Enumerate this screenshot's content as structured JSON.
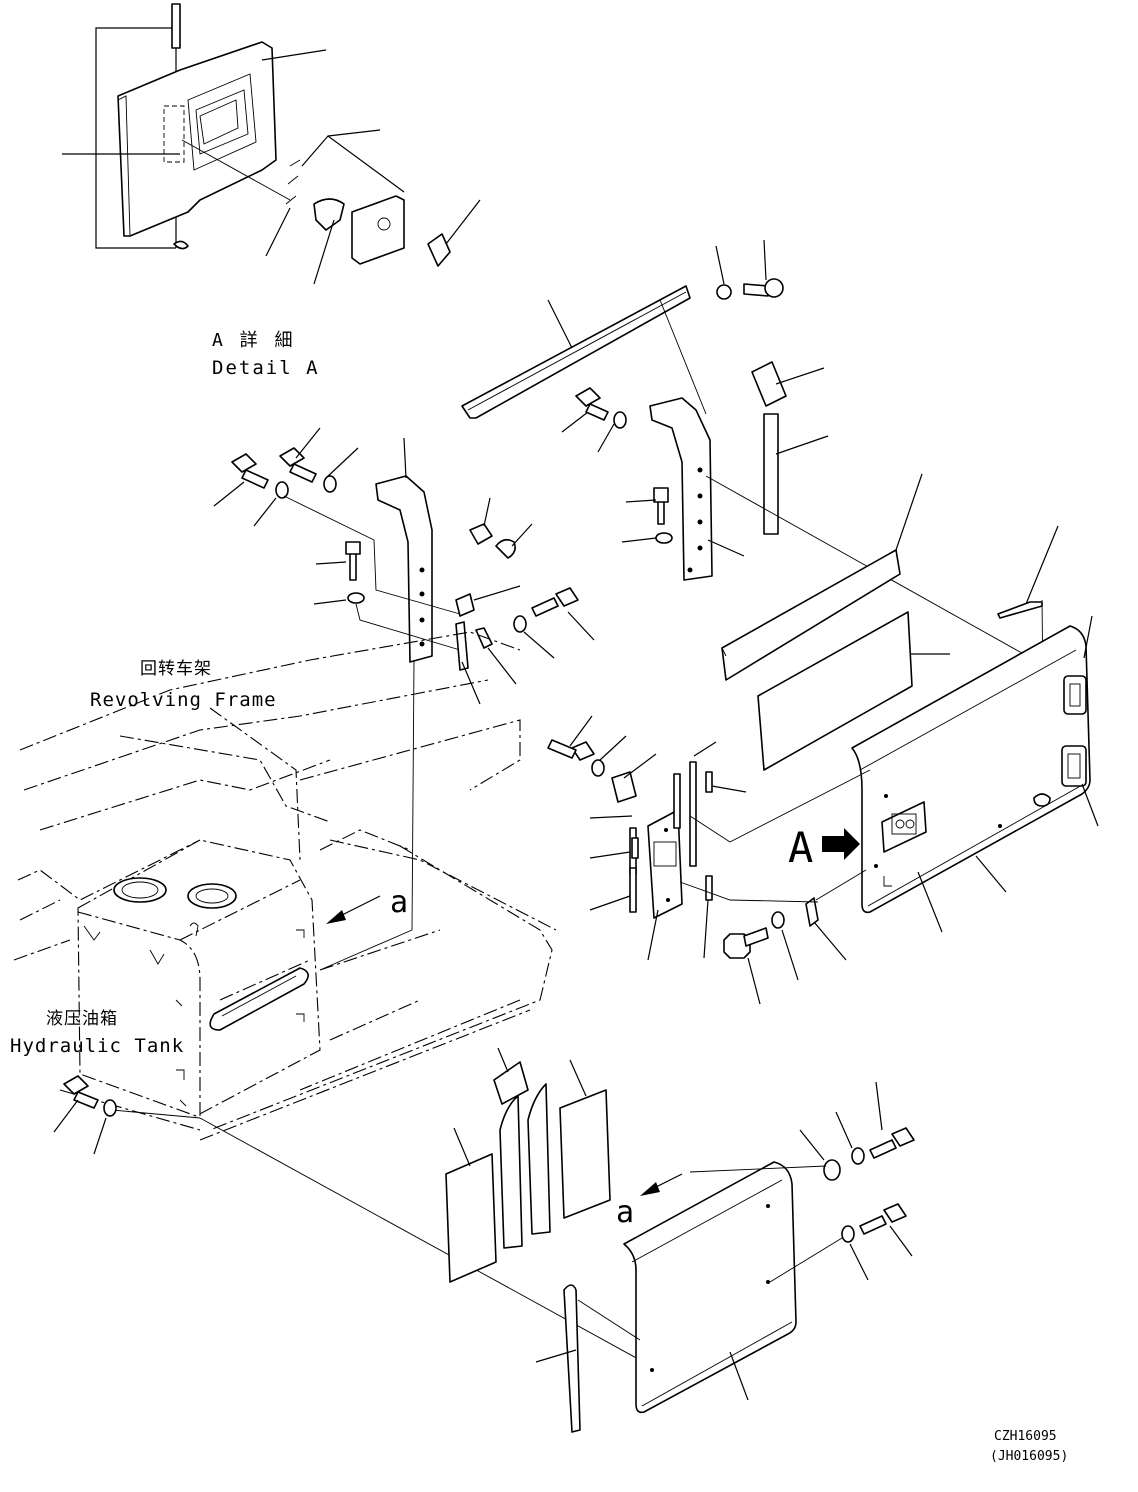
{
  "labels": {
    "detail_jp": "A 詳 細",
    "detail_en": "Detail A",
    "frame_jp": "回转车架",
    "frame_en": "Revolving Frame",
    "tank_jp": "液压油箱",
    "tank_en": "Hydraulic Tank",
    "view_arrow_letter": "A",
    "ref_a_upper": "a",
    "ref_a_lower": "a",
    "drawing_number": "CZH16095",
    "drawing_number_alt": "(JH016095)"
  }
}
